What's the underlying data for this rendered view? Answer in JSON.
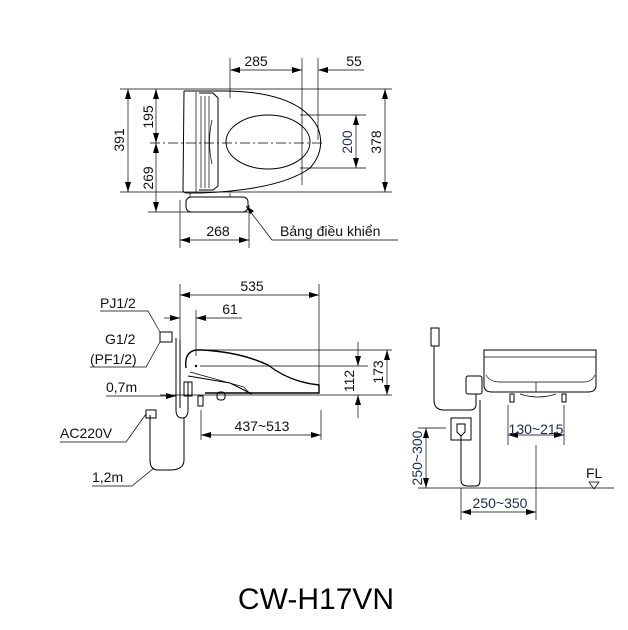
{
  "model": "CW-H17VN",
  "top_view": {
    "dims": {
      "width_front": "285",
      "offset_right": "55",
      "total_depth": "391",
      "upper_half": "195",
      "lower_half": "269",
      "hole_depth": "200",
      "seat_depth": "378",
      "panel_width": "268"
    },
    "panel_label": "Bảng điều khiển"
  },
  "side_view": {
    "dims": {
      "total_length": "535",
      "rear_offset": "61",
      "height_total": "173",
      "height_center": "112",
      "bolt_range": "437~513"
    },
    "labels": {
      "pj": "PJ1/2",
      "g": "G1/2",
      "pf": "(PF1/2)",
      "hose": "0,7m",
      "power": "AC220V",
      "cord": "1,2m"
    }
  },
  "front_view": {
    "dims": {
      "outlet_height": "250~300",
      "bolt_spacing": "130~215",
      "outlet_offset": "250~350"
    },
    "floor_label": "FL"
  },
  "colors": {
    "line": "#000000",
    "text": "#111111",
    "accent_text": "#1a2a55"
  }
}
